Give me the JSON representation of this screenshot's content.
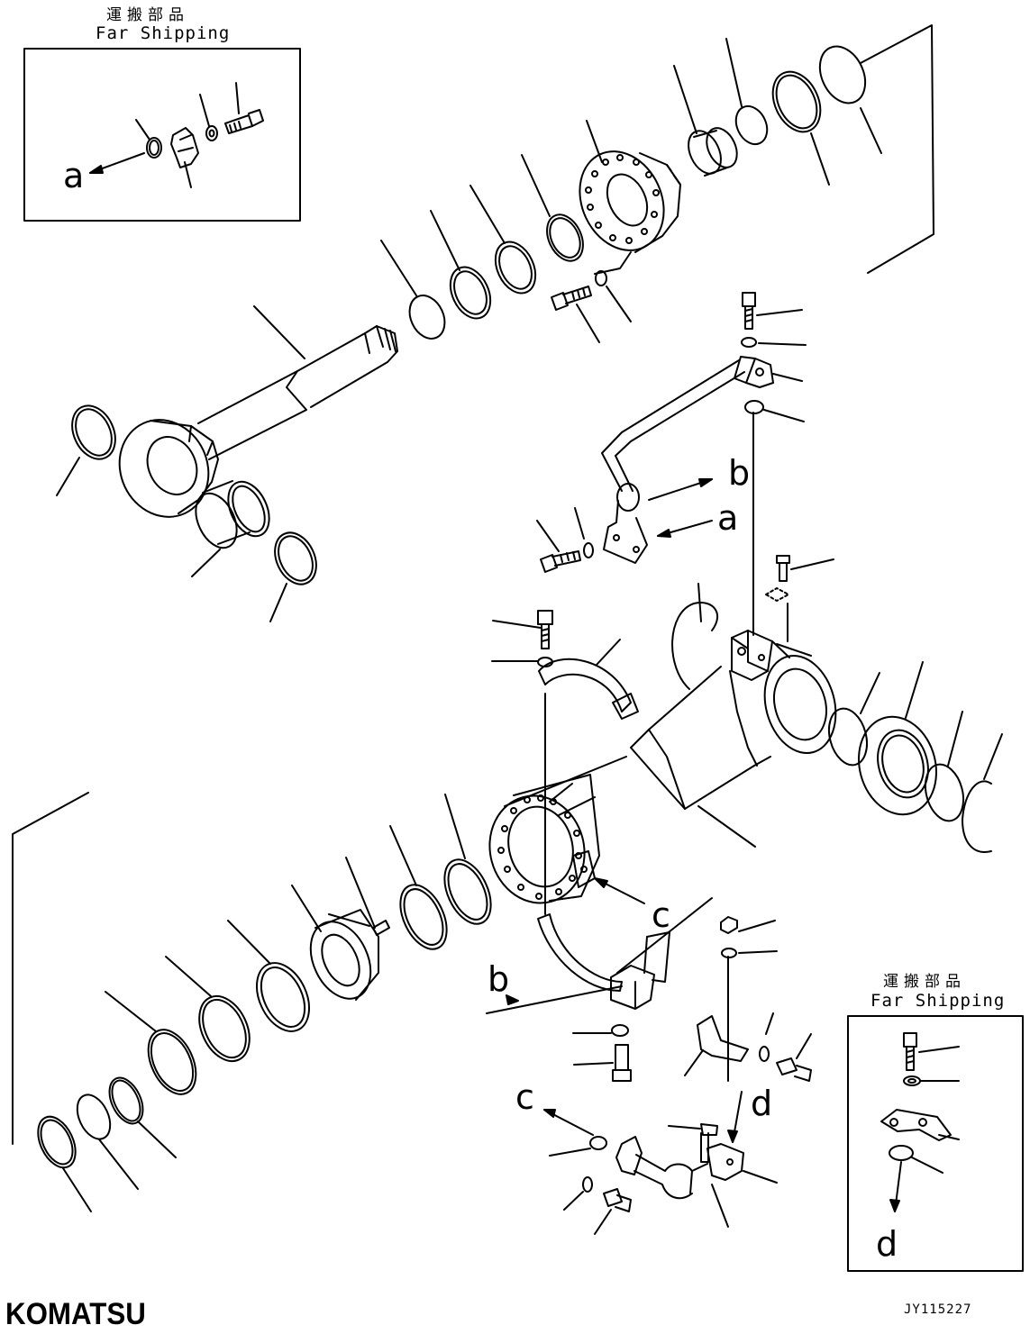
{
  "shipping_label_jp": "運搬部品",
  "shipping_label_en": "Far Shipping",
  "callouts": {
    "a_inset": "a",
    "a_main": "a",
    "b_upper": "b",
    "b_lower": "b",
    "c_upper": "c",
    "c_lower": "c",
    "d_main": "d",
    "d_inset": "d"
  },
  "brand": "KOMATSU",
  "drawing_code": "JY115227"
}
